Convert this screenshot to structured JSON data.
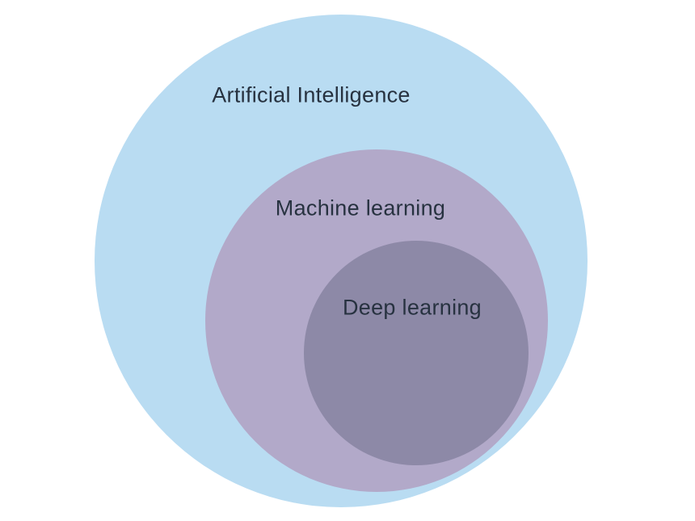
{
  "diagram": {
    "type": "nested-euler-diagram",
    "background_color": "#ffffff",
    "text_color": "#273240",
    "circles": [
      {
        "id": "artificial-intelligence",
        "label": "Artificial Intelligence",
        "color": "#b9dcf2",
        "level": 1
      },
      {
        "id": "machine-learning",
        "label": "Machine learning",
        "color": "#b2a9c9",
        "level": 2
      },
      {
        "id": "deep-learning",
        "label": "Deep learning",
        "color": "#8d89a7",
        "level": 3
      }
    ]
  }
}
